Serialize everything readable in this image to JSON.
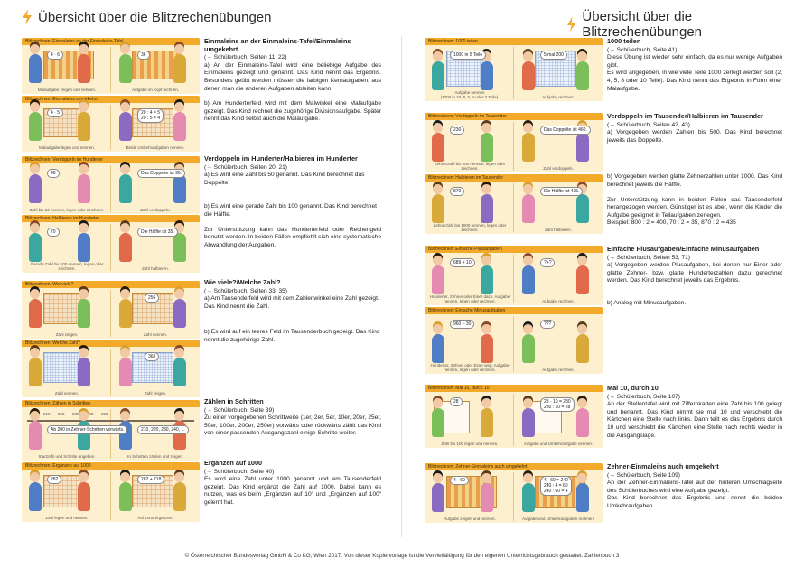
{
  "header": {
    "left_title": "Übersicht über die Blitzrechenübungen",
    "right_title": "Übersicht über die Blitzrechenübungen",
    "accent": "#f3a92a"
  },
  "left_strips": [
    {
      "caption": "Blitzrechnen: Einmaleins an der Einmaleins-Tafel",
      "bubbles": [
        "4 · 6",
        "36"
      ],
      "labels": [
        "Malaufgabe zeigen und nennen.",
        "Aufgabe im Kopf rechnen."
      ]
    },
    {
      "caption": "Blitzrechnen: Einmaleins umgekehrt",
      "bubbles": [
        "4 · 5",
        "20 : 4 = 5\n20 : 5 = 4"
      ],
      "labels": [
        "Malaufgabe legen und nennen.",
        "Beide Umkehraufgaben nennen."
      ]
    },
    {
      "caption": "Blitzrechnen: Verdoppeln im Hunderter",
      "bubbles": [
        "48",
        "Das Doppelte ist 96."
      ],
      "labels": [
        "Zahl bis 50 nennen, legen oder zeichnen.",
        "Zahl verdoppeln."
      ]
    },
    {
      "caption": "Blitzrechnen: Halbieren im Hunderter",
      "bubbles": [
        "70",
        "Die Hälfte ist 35."
      ],
      "labels": [
        "Gerade Zahl bis 100 nennen, legen oder zeichnen.",
        "Zahl halbieren."
      ]
    },
    {
      "caption": "Blitzrechnen: Wie viele?",
      "bubbles": [
        "256"
      ],
      "labels": [
        "Zahl zeigen.",
        "Zahl nennen."
      ]
    },
    {
      "caption": "Blitzrechnen: Welche Zahl?",
      "bubbles": [
        "363"
      ],
      "labels": [
        "Zahl nennen.",
        "Zahl zeigen."
      ]
    },
    {
      "caption": "Blitzrechnen: Zählen in Schritten",
      "bubbles": [
        "Ab 200 in Zehner-Schritten vorwärts.",
        "210, 220, 230, 240, ..."
      ],
      "labels": [
        "Startzahl und Schritte angeben.",
        "In Schritten zählen und zeigen."
      ],
      "ticks": [
        "200",
        "210",
        "220",
        "230",
        "240",
        "250"
      ]
    },
    {
      "caption": "Blitzrechnen: Ergänzen auf 1000",
      "bubbles": [
        "282",
        "282 + 718"
      ],
      "labels": [
        "Zahl legen und nennen.",
        "Auf 1000 ergänzen."
      ]
    }
  ],
  "left_text": [
    {
      "title": "Einmaleins an der Einmaleins-Tafel/Einmaleins umgekehrt",
      "ref": "(→ Schülerbuch, Seiten 11, 22)",
      "paras": [
        "a) An der Einmaleins-Tafel wird eine beliebige Aufgabe des Einmaleins gezeigt und genannt. Das Kind nennt das Ergebnis. Besonders geübt werden müssen die farbigen Kernaufgaben, aus denen man die anderen Aufgaben ableiten kann.",
        "b) Am Hunderterfeld wird mit dem Malwinkel eine Malaufgabe gezeigt. Das Kind rechnet die zugehörige Divisionsaufgabe. Später nennt das Kind selbst auch die Malaufgabe."
      ]
    },
    {
      "title": "Verdoppeln im Hunderter/Halbieren im Hunderter",
      "ref": "(→ Schülerbuch, Seiten 20, 21)",
      "paras": [
        "a) Es wird eine Zahl bis 50 genannt. Das Kind berechnet das Doppelte.",
        "b) Es wird eine gerade Zahl bis 100 genannt. Das Kind berechnet die Hälfte.",
        "Zur Unterstützung kann das Hunderterfeld oder Rechengeld benutzt werden. In beiden Fällen empfiehlt sich eine syste­matische Abwandlung der Aufgaben."
      ]
    },
    {
      "title": "Wie viele?/Welche Zahl?",
      "ref": "(→ Schülerbuch, Seiten 33, 35)",
      "paras": [
        "a) Am Tausenderfeld wird mit dem Zahlenwinkel eine Zahl gezeigt. Das Kind nennt die Zahl.",
        "b) Es wird auf ein leeres Feld im Tausenderbuch gezeigt. Das Kind nennt die zugehörige Zahl."
      ]
    },
    {
      "title": "Zählen in Schritten",
      "ref": "(→ Schülerbuch, Seite 39)",
      "paras": [
        "Zu einer vorgegebenen Schrittweite (1er, 2er, 5er, 10er, 20er, 25er, 50er, 100er, 200er, 250er) vorwärts oder rückwärts zählt das Kind von einer passenden Ausgangszahl einige Schritte weiter."
      ]
    },
    {
      "title": "Ergänzen auf 1000",
      "ref": "(→ Schülerbuch, Seite 40)",
      "paras": [
        "Es wird eine Zahl unter 1000 genannt und am Tausenderfeld gezeigt. Das Kind ergänzt die Zahl auf 1000. Dabei kann es nutzen, was es beim „Ergänzen auf 10“ und „Ergänzen auf 100“ gelernt hat."
      ]
    }
  ],
  "right_strips": [
    {
      "caption": "Blitzrechnen: 1000 teilen",
      "bubbles": [
        "1000 in 5 Teile",
        "5 mal 200"
      ],
      "labels": [
        "Aufgabe nennen\n(1000 in 10, 8, 5, 4 oder 2 Teile).",
        "Aufgabe rechnen."
      ]
    },
    {
      "caption": "Blitzrechnen: Verdoppeln im Tausender",
      "bubbles": [
        "230",
        "Das Doppelte ist 460."
      ],
      "labels": [
        "Zehnerzahl bis 500 nennen, legen oder zeichnen.",
        "Zahl verdoppeln."
      ]
    },
    {
      "caption": "Blitzrechnen: Halbieren im Tausender",
      "bubbles": [
        "870",
        "Die Hälfte ist 435."
      ],
      "labels": [
        "Zehnerzahl bis 1000 nennen, legen oder zeichnen.",
        "Zahl halbieren."
      ]
    },
    {
      "caption": "Blitzrechnen: Einfache Plusaufgaben",
      "bubbles": [
        "689 + 10",
        "?+?"
      ],
      "labels": [
        "Hunderter, Zehner oder Einer dazu. Aufgabe nennen, legen oder rechnen.",
        "Aufgabe rechnen."
      ]
    },
    {
      "caption": "Blitzrechnen: Einfache Minusaufgaben",
      "bubbles": [
        "960 – 30",
        "???"
      ],
      "labels": [
        "Hunderter, Zehner oder Einer weg. Aufgabe nennen, legen oder rechnen.",
        "Aufgabe rechnen."
      ]
    },
    {
      "caption": "Blitzrechnen: Mal 10, durch 10",
      "bubbles": [
        "28",
        "28 · 10 = 280\n280 : 10 = 28"
      ],
      "labels": [
        "Zahl bis 100 legen und nennen.",
        "Aufgabe und Umkehraufgabe nennen."
      ]
    },
    {
      "caption": "Blitzrechnen: Zehner-Einmaleins auch umgekehrt",
      "bubbles": [
        "4 · 60",
        "4 · 60 = 240\n240 : 4 = 60\n240 : 60 = 4"
      ],
      "labels": [
        "Aufgabe zeigen und nennen.",
        "Aufgabe und Umkehraufgaben rechnen."
      ]
    }
  ],
  "right_text": [
    {
      "title": "1000 teilen",
      "ref": "(→ Schülerbuch, Seite 41)",
      "paras": [
        "Diese Übung ist wieder sehr einfach, da es nur wenige Aufgaben gibt.",
        "Es wird angegeben, in wie viele Teile 1000 zerlegt werden soll (2, 4, 5, 8 oder 10 Teile). Das Kind nennt das Ergebnis in Form einer Malaufgabe."
      ]
    },
    {
      "title": "Verdoppeln im Tausender/Halbieren im Tausender",
      "ref": "(→ Schülerbuch, Seiten 42, 43)",
      "paras": [
        "a) Vorgegeben werden Zahlen bis 500. Das Kind berechnet jeweils das Doppelte.",
        "b) Vorgegeben werden glatte Zehnerzahlen unter 1000. Das Kind berechnet jeweils die Hälfte.",
        "Zur Unterstützung kann in beiden Fällen das Tausenderfeld herangezogen werden. Günstiger ist es aber, wenn die Kinder die Aufgabe geeignet in Teilaufgaben zerlegen.\nBeispiel: 800 : 2 = 400, 70 : 2 = 35, 870 : 2 = 435"
      ]
    },
    {
      "title": "Einfache Plusaufgaben/Einfache Minusaufgaben",
      "ref": "(→ Schülerbuch, Seiten 53, 71)",
      "paras": [
        "a) Vorgegeben werden Plusaufgaben, bei denen nur Einer oder glatte Zehner- bzw. glatte Hunderterzahlen dazu gerechnet werden. Das Kind berechnet jeweils das Ergebnis.",
        "b) Analog mit Minusaufgaben."
      ]
    },
    {
      "title": "Mal 10, durch 10",
      "ref": "(→ Schülerbuch, Seite 107)",
      "paras": [
        "An der Stellentafel wird mit Ziffernkarten eine Zahl bis 100 gelegt und benannt. Das Kind nimmt sie mal 10 und verschiebt die Kärtchen eine Stelle nach links. Dann teilt es das Ergebnis durch 10 und verschiebt die Kärtchen eine Stelle nach rechts wieder in die Ausgangslage."
      ]
    },
    {
      "title": "Zehner-Einmaleins auch umgekehrt",
      "ref": "(→ Schülerbuch, Seite 109)",
      "paras": [
        "An der Zehner-Einmaleins-Tafel auf der hinteren Umschlag­seite des Schülerbuches wird eine Aufgabe gezeigt.\nDas Kind berechnet das Ergebnis und nennt die beiden Umkehraufgaben."
      ]
    }
  ],
  "footer": "© Österreichischer Bundesverlag GmbH & Co KG, Wien 2017.  Von dieser Kopiervorlage ist die Vervielfältigung für den eigenen Unterrichtsgebrauch gestattet.  Zahlenbuch 3"
}
